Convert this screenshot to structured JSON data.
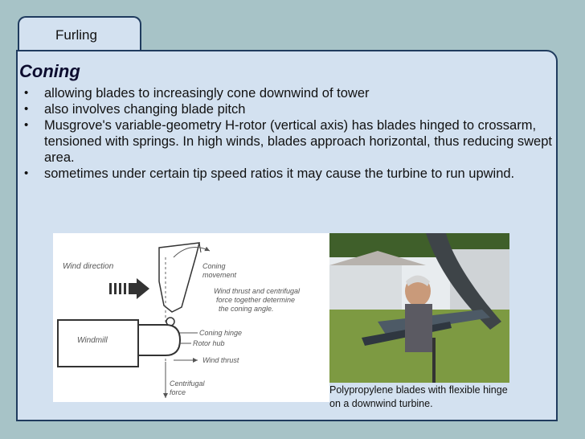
{
  "tab": {
    "label": "Furling"
  },
  "heading": "Coning",
  "bullets": [
    "allowing blades to increasingly cone downwind of tower",
    "also involves changing blade pitch",
    "Musgrove's variable-geometry H-rotor (vertical axis) has blades hinged to crossarm, tensioned with springs. In high winds, blades approach horizontal, thus reducing swept area.",
    "sometimes under certain tip speed ratios it may cause the turbine to run upwind."
  ],
  "diagram": {
    "wind_direction": "Wind direction",
    "coning_movement_1": "Coning",
    "coning_movement_2": "movement",
    "note_1": "Wind thrust and centrifugal",
    "note_2": "force together determine",
    "note_3": "the coning angle.",
    "coning_hinge": "Coning hinge",
    "rotor_hub": "Rotor hub",
    "wind_thrust": "Wind thrust",
    "windmill": "Windmill",
    "centrifugal_1": "Centrifugal",
    "centrifugal_2": "force"
  },
  "caption": "Polypropylene blades with flexible hinge on a downwind turbine.",
  "colors": {
    "background": "#a7c3c7",
    "panel": "#d3e1f0",
    "border": "#1f3b5e"
  }
}
